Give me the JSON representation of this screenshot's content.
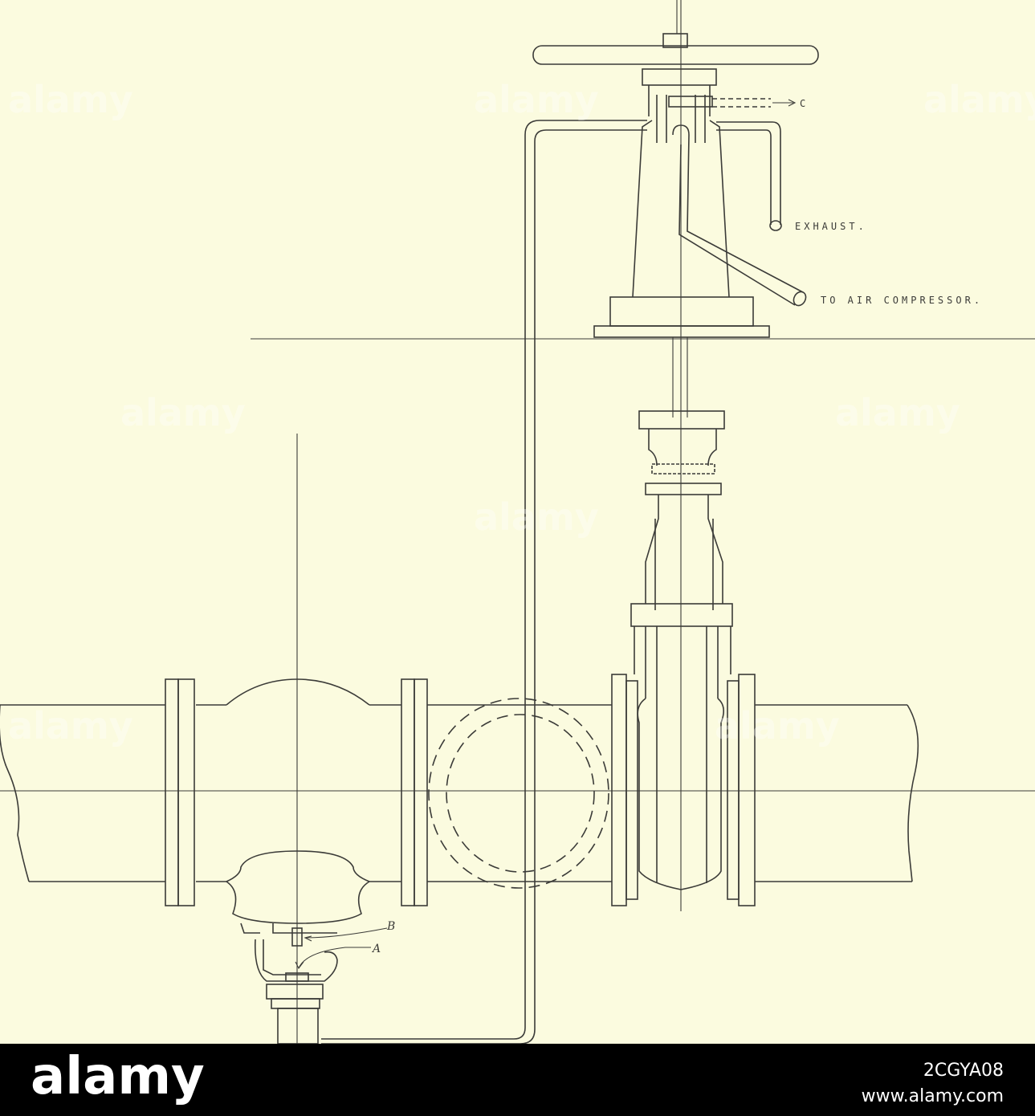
{
  "labels": {
    "c": "C",
    "exhaust": "EXHAUST.",
    "air_compressor": "TO AIR COMPRESSOR.",
    "a": "A",
    "b": "B"
  },
  "watermark": {
    "brand": "alamy"
  },
  "footer": {
    "logo": "alamy",
    "image_id": "2CGYA08",
    "site": "www.alamy.com"
  },
  "colors": {
    "paper": "#fbfbdf",
    "ink": "#3b3b38",
    "footer_bg": "#000000"
  }
}
